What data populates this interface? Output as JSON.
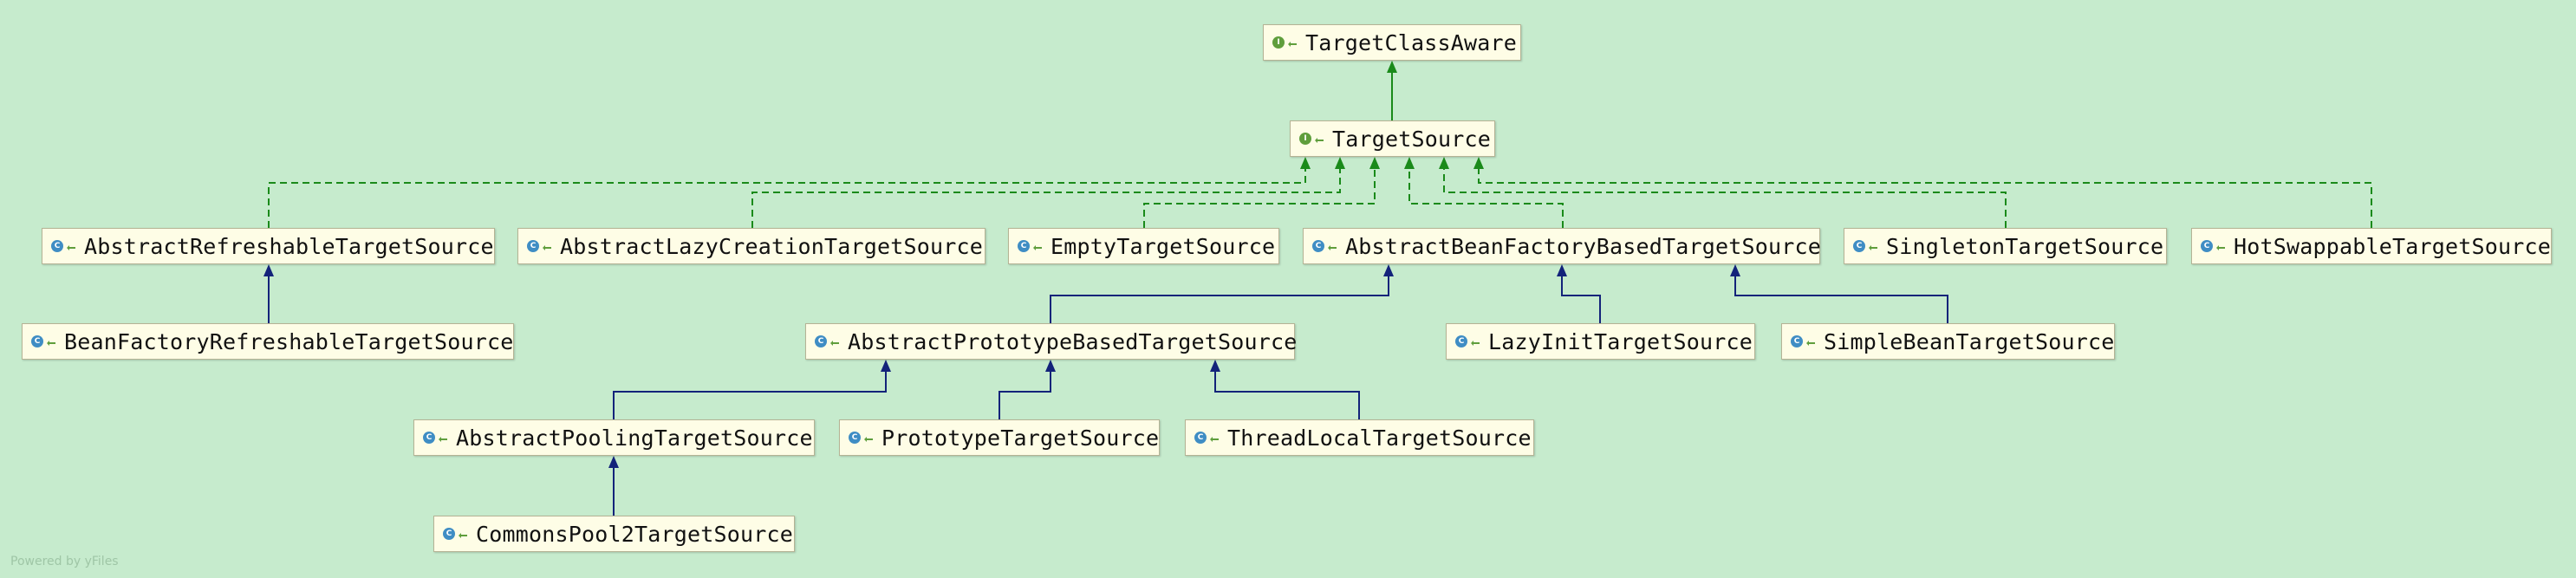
{
  "colors": {
    "background": "#c6ebcd",
    "node_fill": "#fefde6",
    "node_border": "#b5b395",
    "implements_edge": "#1a8a1a",
    "extends_edge": "#13237a",
    "interface_badge": "#5f9e3c",
    "class_badge": "#3f8dc4",
    "access_mark": "#5f9e3c"
  },
  "nodes": [
    {
      "id": "targetclassaware",
      "label": "TargetClassAware",
      "kind": "interface",
      "badge": "I",
      "icon": "interface-icon"
    },
    {
      "id": "targetsource",
      "label": "TargetSource",
      "kind": "interface",
      "badge": "I",
      "icon": "interface-icon"
    },
    {
      "id": "abstractrefreshable",
      "label": "AbstractRefreshableTargetSource",
      "kind": "class",
      "badge": "C",
      "icon": "class-icon"
    },
    {
      "id": "abstractlazycreation",
      "label": "AbstractLazyCreationTargetSource",
      "kind": "class",
      "badge": "C",
      "icon": "class-icon"
    },
    {
      "id": "emptytarget",
      "label": "EmptyTargetSource",
      "kind": "class",
      "badge": "C",
      "icon": "class-icon"
    },
    {
      "id": "abstractbeanfactory",
      "label": "AbstractBeanFactoryBasedTargetSource",
      "kind": "class",
      "badge": "C",
      "icon": "class-icon"
    },
    {
      "id": "singletontarget",
      "label": "SingletonTargetSource",
      "kind": "class",
      "badge": "C",
      "icon": "class-icon"
    },
    {
      "id": "hotswappabletarget",
      "label": "HotSwappableTargetSource",
      "kind": "class",
      "badge": "C",
      "icon": "class-icon"
    },
    {
      "id": "beanfactoryrefreshable",
      "label": "BeanFactoryRefreshableTargetSource",
      "kind": "class",
      "badge": "C",
      "icon": "class-icon"
    },
    {
      "id": "abstractprototype",
      "label": "AbstractPrototypeBasedTargetSource",
      "kind": "class",
      "badge": "C",
      "icon": "class-icon"
    },
    {
      "id": "lazyinittarget",
      "label": "LazyInitTargetSource",
      "kind": "class",
      "badge": "C",
      "icon": "class-icon"
    },
    {
      "id": "simplebeantarget",
      "label": "SimpleBeanTargetSource",
      "kind": "class",
      "badge": "C",
      "icon": "class-icon"
    },
    {
      "id": "abstractpooling",
      "label": "AbstractPoolingTargetSource",
      "kind": "class",
      "badge": "C",
      "icon": "class-icon"
    },
    {
      "id": "prototypetarget",
      "label": "PrototypeTargetSource",
      "kind": "class",
      "badge": "C",
      "icon": "class-icon"
    },
    {
      "id": "threadlocaltarget",
      "label": "ThreadLocalTargetSource",
      "kind": "class",
      "badge": "C",
      "icon": "class-icon"
    },
    {
      "id": "commonspool2target",
      "label": "CommonsPool2TargetSource",
      "kind": "class",
      "badge": "C",
      "icon": "class-icon"
    }
  ],
  "edges": [
    {
      "from": "targetsource",
      "to": "targetclassaware",
      "type": "extends-interface"
    },
    {
      "from": "abstractrefreshable",
      "to": "targetsource",
      "type": "implements"
    },
    {
      "from": "abstractlazycreation",
      "to": "targetsource",
      "type": "implements"
    },
    {
      "from": "emptytarget",
      "to": "targetsource",
      "type": "implements"
    },
    {
      "from": "abstractbeanfactory",
      "to": "targetsource",
      "type": "implements"
    },
    {
      "from": "singletontarget",
      "to": "targetsource",
      "type": "implements"
    },
    {
      "from": "hotswappabletarget",
      "to": "targetsource",
      "type": "implements"
    },
    {
      "from": "beanfactoryrefreshable",
      "to": "abstractrefreshable",
      "type": "extends"
    },
    {
      "from": "abstractprototype",
      "to": "abstractbeanfactory",
      "type": "extends"
    },
    {
      "from": "lazyinittarget",
      "to": "abstractbeanfactory",
      "type": "extends"
    },
    {
      "from": "simplebeantarget",
      "to": "abstractbeanfactory",
      "type": "extends"
    },
    {
      "from": "abstractpooling",
      "to": "abstractprototype",
      "type": "extends"
    },
    {
      "from": "prototypetarget",
      "to": "abstractprototype",
      "type": "extends"
    },
    {
      "from": "threadlocaltarget",
      "to": "abstractprototype",
      "type": "extends"
    },
    {
      "from": "commonspool2target",
      "to": "abstractpooling",
      "type": "extends"
    }
  ],
  "watermark": "Powered by yFiles"
}
